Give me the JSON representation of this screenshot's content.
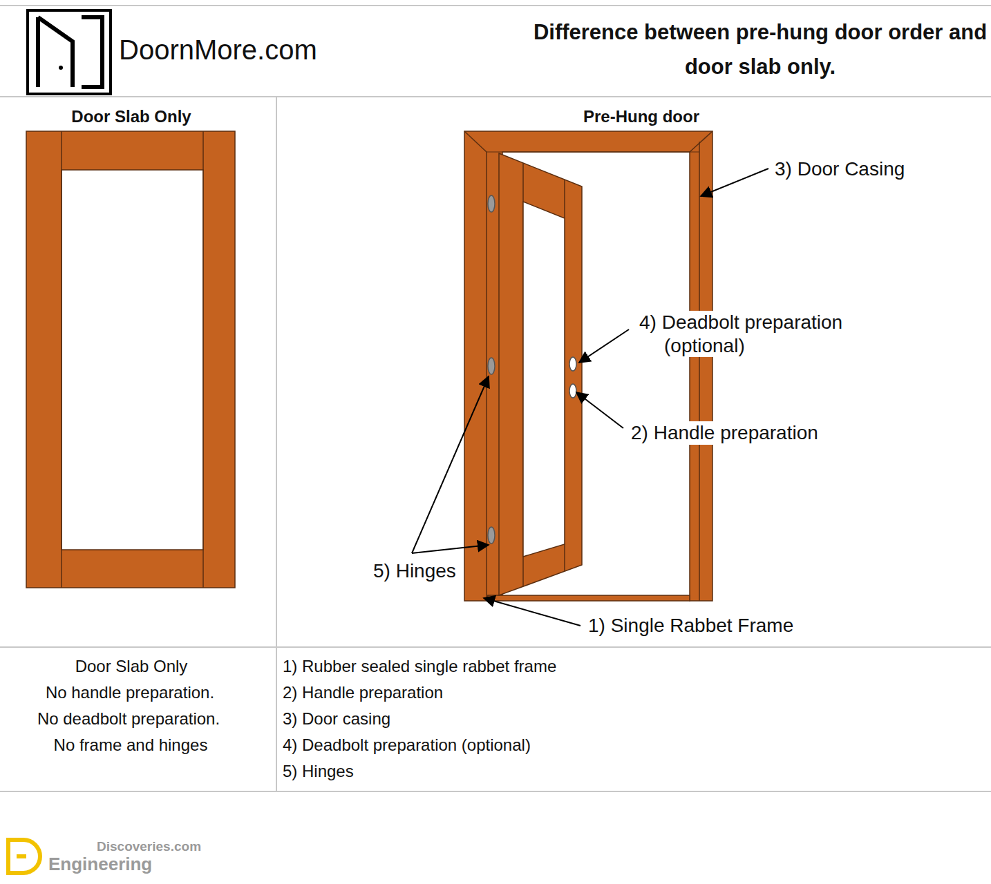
{
  "diagram": {
    "title": "Difference between pre-hung door order and door slab only.",
    "labels": [
      "DoornMore.com",
      "Door Slab Only",
      "Pre-Hung door",
      "3) Door Casing",
      "4) Deadbolt preparation (optional)",
      "2) Handle preparation",
      "5) Hinges",
      "1) Single Rabbet Frame",
      "Door Slab Only",
      "No handle preparation.",
      "No deadbolt preparation.",
      "No frame and hinges",
      "1) Rubber sealed single rabbet frame",
      "2) Handle preparation",
      "3) Door casing",
      "4) Deadbolt preparation (optional)",
      "5) Hinges",
      "Discoveries.com",
      "Engineering"
    ]
  }
}
